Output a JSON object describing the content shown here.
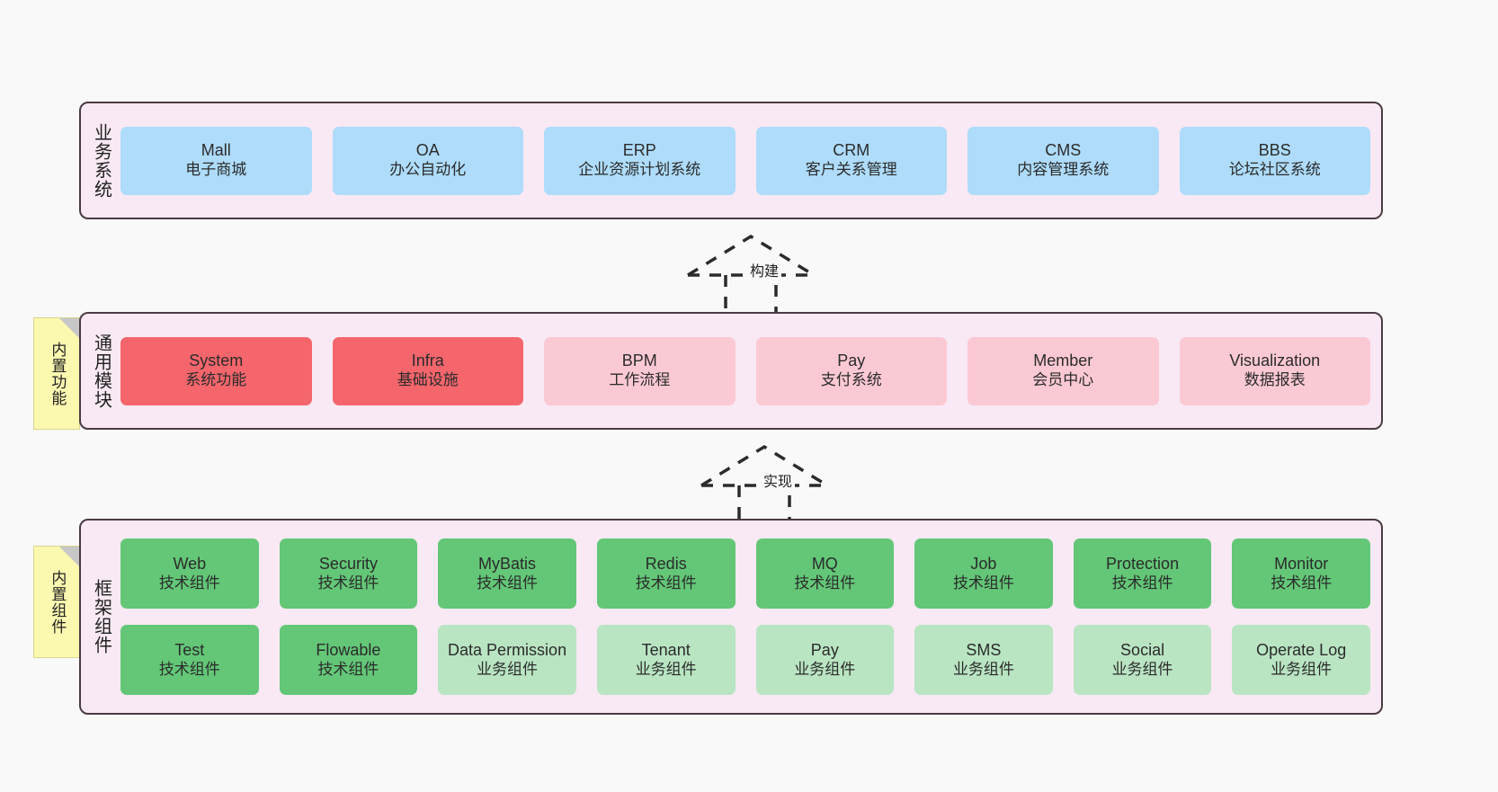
{
  "diagram": {
    "background_color": "#f9f9f9",
    "layer_band_color": "#f8e9f4",
    "layer_border_color": "#4a3b42",
    "note_color": "#fbf8b0"
  },
  "layers": [
    {
      "id": "business-system",
      "title": "业务系统",
      "rows": [
        {
          "cards": [
            {
              "en": "Mall",
              "cn": "电子商城",
              "style": "blue",
              "color": "#aedcfa"
            },
            {
              "en": "OA",
              "cn": "办公自动化",
              "style": "blue",
              "color": "#aedcfa"
            },
            {
              "en": "ERP",
              "cn": "企业资源计划系统",
              "style": "blue",
              "color": "#aedcfa"
            },
            {
              "en": "CRM",
              "cn": "客户关系管理",
              "style": "blue",
              "color": "#aedcfa"
            },
            {
              "en": "CMS",
              "cn": "内容管理系统",
              "style": "blue",
              "color": "#aedcfa"
            },
            {
              "en": "BBS",
              "cn": "论坛社区系统",
              "style": "blue",
              "color": "#aedcfa"
            }
          ]
        }
      ]
    },
    {
      "id": "common-modules",
      "title": "通用模块",
      "note": "内置功能",
      "rows": [
        {
          "cards": [
            {
              "en": "System",
              "cn": "系统功能",
              "style": "red",
              "color": "#f4666c"
            },
            {
              "en": "Infra",
              "cn": "基础设施",
              "style": "red",
              "color": "#f4666c"
            },
            {
              "en": "BPM",
              "cn": "工作流程",
              "style": "pink",
              "color": "#fbc9d4"
            },
            {
              "en": "Pay",
              "cn": "支付系统",
              "style": "pink",
              "color": "#fbc9d4"
            },
            {
              "en": "Member",
              "cn": "会员中心",
              "style": "pink",
              "color": "#fbc9d4"
            },
            {
              "en": "Visualization",
              "cn": "数据报表",
              "style": "pink",
              "color": "#fbc9d4"
            }
          ]
        }
      ]
    },
    {
      "id": "framework-components",
      "title": "框架组件",
      "note": "内置组件",
      "rows": [
        {
          "cards": [
            {
              "en": "Web",
              "cn": "技术组件",
              "style": "green",
              "color": "#63c777"
            },
            {
              "en": "Security",
              "cn": "技术组件",
              "style": "green",
              "color": "#63c777"
            },
            {
              "en": "MyBatis",
              "cn": "技术组件",
              "style": "green",
              "color": "#63c777"
            },
            {
              "en": "Redis",
              "cn": "技术组件",
              "style": "green",
              "color": "#63c777"
            },
            {
              "en": "MQ",
              "cn": "技术组件",
              "style": "green",
              "color": "#63c777"
            },
            {
              "en": "Job",
              "cn": "技术组件",
              "style": "green",
              "color": "#63c777"
            },
            {
              "en": "Protection",
              "cn": "技术组件",
              "style": "green",
              "color": "#63c777"
            },
            {
              "en": "Monitor",
              "cn": "技术组件",
              "style": "green",
              "color": "#63c777"
            }
          ]
        },
        {
          "cards": [
            {
              "en": "Test",
              "cn": "技术组件",
              "style": "green",
              "color": "#63c777"
            },
            {
              "en": "Flowable",
              "cn": "技术组件",
              "style": "green",
              "color": "#63c777"
            },
            {
              "en": "Data Permission",
              "cn": "业务组件",
              "style": "green-light",
              "color": "#b9e5c2"
            },
            {
              "en": "Tenant",
              "cn": "业务组件",
              "style": "green-light",
              "color": "#b9e5c2"
            },
            {
              "en": "Pay",
              "cn": "业务组件",
              "style": "green-light",
              "color": "#b9e5c2"
            },
            {
              "en": "SMS",
              "cn": "业务组件",
              "style": "green-light",
              "color": "#b9e5c2"
            },
            {
              "en": "Social",
              "cn": "业务组件",
              "style": "green-light",
              "color": "#b9e5c2"
            },
            {
              "en": "Operate Log",
              "cn": "业务组件",
              "style": "green-light",
              "color": "#b9e5c2"
            }
          ]
        }
      ]
    }
  ],
  "connectors": [
    {
      "id": "build",
      "label": "构建",
      "from": "common-modules",
      "to": "business-system"
    },
    {
      "id": "implement",
      "label": "实现",
      "from": "framework-components",
      "to": "common-modules"
    }
  ]
}
